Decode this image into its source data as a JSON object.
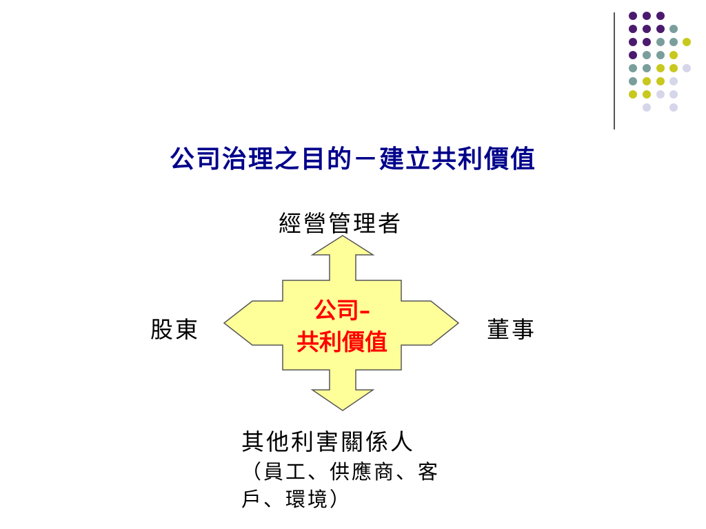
{
  "title": "公司治理之目的－建立共利價值",
  "diagram": {
    "center_line1": "公司–",
    "center_line2": "共利價值",
    "top": "經營管理者",
    "left": "股東",
    "right": "董事",
    "bottom": "其他利害關係人",
    "bottom_note": "（員工、供應商、客戶、環境）"
  },
  "colors": {
    "title": "#00008b",
    "center_text": "#ff0000",
    "arrow_fill": "#ffff99",
    "purple": "#4b1a6e",
    "teal": "#7a9e9c",
    "lime": "#c8c81e",
    "lavender": "#d6d6ea"
  }
}
